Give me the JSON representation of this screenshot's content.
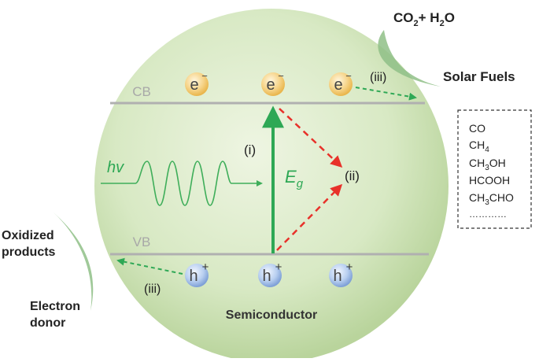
{
  "semiconductor": {
    "label": "Semiconductor"
  },
  "bands": {
    "cb": "CB",
    "vb": "VB"
  },
  "carriers": {
    "electron": {
      "letter": "e",
      "charge": "−"
    },
    "hole": {
      "letter": "h",
      "charge": "+"
    }
  },
  "excitation": {
    "light_label": "hv",
    "step_label": "(i)",
    "gap_symbol": "E",
    "gap_subscript": "g"
  },
  "recombination": {
    "step_label": "(ii)"
  },
  "transfer": {
    "cb_step_label": "(iii)",
    "vb_step_label": "(iii)"
  },
  "reactants": {
    "a": "CO",
    "a_sub": "2",
    "plus": "+ H",
    "b_sub": "2",
    "b_tail": "O"
  },
  "solar_fuels": {
    "title": "Solar Fuels",
    "co": "CO",
    "ch4": {
      "main": "CH",
      "sub": "4"
    },
    "ch3oh": {
      "main": "CH",
      "sub": "3",
      "tail": "OH"
    },
    "hcooh": "HCOOH",
    "ch3cho": {
      "main": "CH",
      "sub": "3",
      "tail": "CHO"
    },
    "more": "…………"
  },
  "left_side": {
    "oxidized_line1": "Oxidized",
    "oxidized_line2": "products",
    "donor_line1": "Electron",
    "donor_line2": "donor"
  },
  "colors": {
    "sphere_center": "#e6f1d6",
    "sphere_edge": "#b9d49c",
    "band_line": "#b0b0b0",
    "electron_ball": "#f3c66a",
    "hole_ball": "#9bbbe6",
    "green_arrow": "#2ea855",
    "red_arrow": "#e8312a",
    "sine": "#3fae5a",
    "swoosh": "#8fbf87"
  }
}
